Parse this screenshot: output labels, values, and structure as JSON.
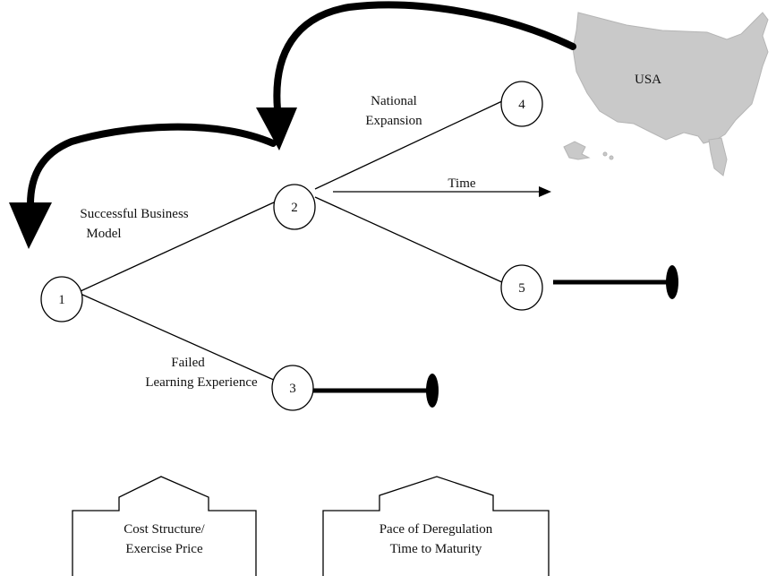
{
  "nodes": [
    {
      "id": "1",
      "label": "1"
    },
    {
      "id": "2",
      "label": "2"
    },
    {
      "id": "3",
      "label": "3"
    },
    {
      "id": "4",
      "label": "4"
    },
    {
      "id": "5",
      "label": "5"
    }
  ],
  "branches": {
    "success": [
      "Successful Business",
      "Model"
    ],
    "failed": [
      "Failed",
      "Learning Experience"
    ],
    "national": [
      "National",
      "Expansion"
    ],
    "time": "Time"
  },
  "map_label": "USA",
  "boxes": {
    "left": [
      "Cost Structure/",
      "Exercise Price"
    ],
    "right": [
      "Pace of Deregulation",
      "Time to Maturity"
    ]
  },
  "colors": {
    "ink": "#000000",
    "map_fill": "#c9c9c9"
  }
}
